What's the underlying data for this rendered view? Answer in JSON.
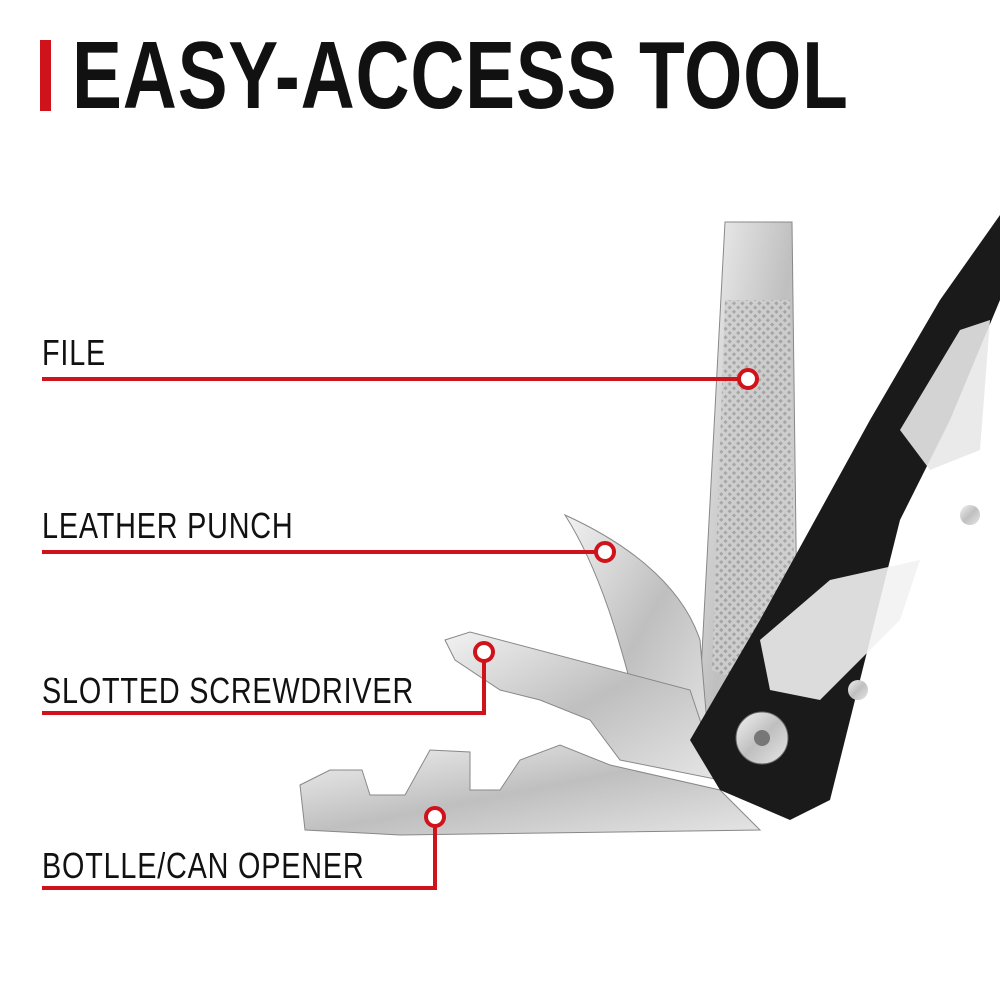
{
  "title": "EASY-ACCESS TOOL",
  "accent_color": "#d0121b",
  "callouts": [
    {
      "label": "FILE"
    },
    {
      "label": "LEATHER PUNCH"
    },
    {
      "label": "SLOTTED SCREWDRIVER"
    },
    {
      "label": "BOTLLE/CAN OPENER"
    }
  ]
}
